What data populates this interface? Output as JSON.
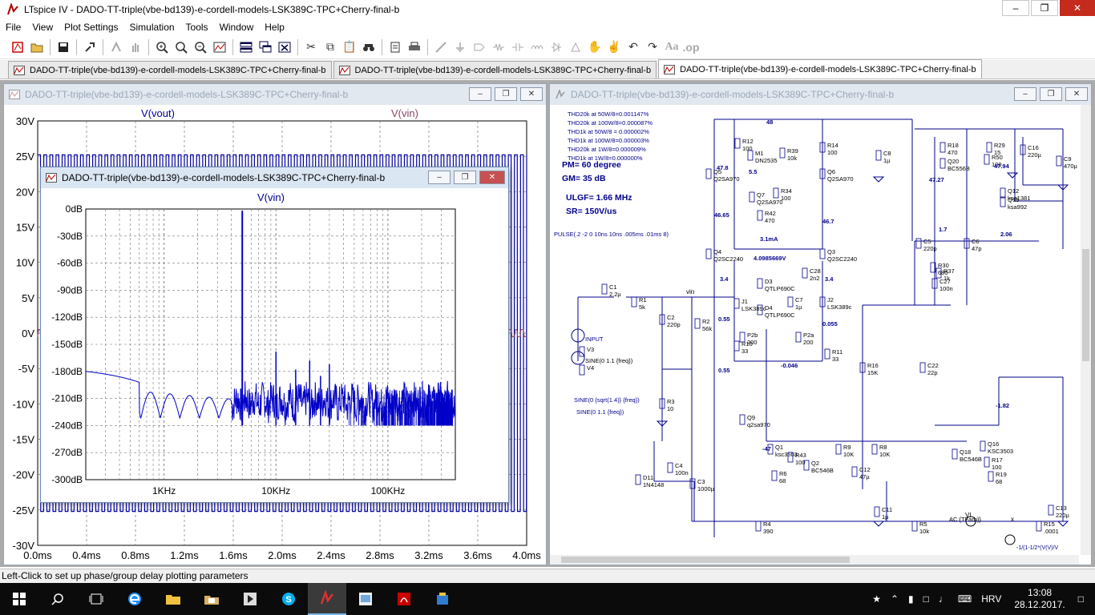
{
  "app": {
    "title": "LTspice IV - DADO-TT-triple(vbe-bd139)-e-cordell-models-LSK389C-TPC+Cherry-final-b"
  },
  "menu": [
    "File",
    "View",
    "Plot Settings",
    "Simulation",
    "Tools",
    "Window",
    "Help"
  ],
  "toolbar_icons": [
    "new-schematic-icon",
    "open-icon",
    "save-icon",
    "control-panel-icon",
    "run-icon",
    "pan-icon",
    "zoom-in-icon",
    "zoom-full-icon",
    "zoom-out-icon",
    "autorange-icon",
    "tile-icon",
    "cascade-icon",
    "close-windows-icon",
    "cut-icon",
    "copy-icon",
    "paste-icon",
    "find-icon",
    "print-setup-icon",
    "print-icon",
    "wire-icon",
    "ground-icon",
    "label-icon",
    "resistor-icon",
    "capacitor-icon",
    "inductor-icon",
    "diode-icon",
    "component-icon",
    "move-icon",
    "drag-icon",
    "undo-icon",
    "redo-icon",
    "text-icon",
    "spice-directive-icon"
  ],
  "tabs": [
    {
      "label": "DADO-TT-triple(vbe-bd139)-e-cordell-models-LSK389C-TPC+Cherry-final-b",
      "kind": "waveform"
    },
    {
      "label": "DADO-TT-triple(vbe-bd139)-e-cordell-models-LSK389C-TPC+Cherry-final-b",
      "kind": "waveform"
    },
    {
      "label": "DADO-TT-triple(vbe-bd139)-e-cordell-models-LSK389C-TPC+Cherry-final-b",
      "kind": "waveform"
    }
  ],
  "windows": {
    "transient": {
      "title": "DADO-TT-triple(vbe-bd139)-e-cordell-models-LSK389C-TPC+Cherry-final-b",
      "trace_labels": [
        "V(vout)",
        "V(vin)"
      ],
      "trace_colors": [
        "#0000a0",
        "#884466"
      ]
    },
    "fft": {
      "title": "DADO-TT-triple(vbe-bd139)-e-cordell-models-LSK389C-TPC+Cherry-final-b",
      "trace_label": "V(vin)"
    },
    "schematic": {
      "title": "DADO-TT-triple(vbe-bd139)-e-cordell-models-LSK389C-TPC+Cherry-final-b",
      "notes": [
        "THD20k at 50W/8=0.001147%",
        "THD20k at 100W/8=0.000087%",
        "THD1k at 50W/8 = 0.000002%",
        "THD1k at 100W/8=0.000003%",
        "THD20k at 1W/8=0.000009%",
        "THD1k at 1W/8=0.000000%"
      ],
      "specs": [
        "PM= 60 degree",
        "GM= 35 dB",
        "ULGF= 1.66 MHz",
        "SR= 150V/us"
      ],
      "pulse_directive": "PULSE(.2 -2 0 10ns 10ns .005ms .01ms 8)",
      "sine_directive_1": "SINE(0 {sqrt(1.4)} {freq})",
      "sine_directive_2": "SINE(0 1.1 {freq})",
      "v4_label": "SINE(0 1.1 {freq})",
      "input_label": "INPUT",
      "ac_label": "AC {TFarb}}",
      "bottom_text": "-1/(1-1/2*(V(V)/V",
      "components": [
        {
          "ref": "R12",
          "val": "100"
        },
        {
          "ref": "M1",
          "val": "DN2535"
        },
        {
          "ref": "R39",
          "val": "10k"
        },
        {
          "ref": "R14",
          "val": "100"
        },
        {
          "ref": "C8",
          "val": "1µ"
        },
        {
          "ref": "R18",
          "val": "470"
        },
        {
          "ref": "Q20",
          "val": "BC556B"
        },
        {
          "ref": "R29",
          "val": "15"
        },
        {
          "ref": "R50",
          "val": "100"
        },
        {
          "ref": "C16",
          "val": "220µ"
        },
        {
          "ref": "C9",
          "val": "470µ"
        },
        {
          "ref": "Q5",
          "val": "Q2SA970"
        },
        {
          "ref": "Q6",
          "val": "Q2SA970"
        },
        {
          "ref": "R34",
          "val": "100"
        },
        {
          "ref": "Q7",
          "val": "Q2SA970"
        },
        {
          "ref": "R42",
          "val": "470"
        },
        {
          "ref": "Q12",
          "val": "ksa1381"
        },
        {
          "ref": "Q15",
          "val": "ksa992"
        },
        {
          "ref": "C5",
          "val": "220p"
        },
        {
          "ref": "C6",
          "val": "47p"
        },
        {
          "ref": "Q4",
          "val": "Q2SC2240"
        },
        {
          "ref": "Q3",
          "val": "Q2SC2240"
        },
        {
          "ref": "C28",
          "val": "2n2"
        },
        {
          "ref": "R30",
          "val": "680"
        },
        {
          "ref": "R37",
          "val": "1k"
        },
        {
          "ref": "C27",
          "val": "100n"
        },
        {
          "ref": "C1",
          "val": "2.2µ"
        },
        {
          "ref": "R1",
          "val": "5k"
        },
        {
          "ref": "J1",
          "val": "LSK389c"
        },
        {
          "ref": "D3",
          "val": "QTLP690C"
        },
        {
          "ref": "C7",
          "val": "1µ"
        },
        {
          "ref": "J2",
          "val": "LSK389c"
        },
        {
          "ref": "D4",
          "val": "QTLP690C"
        },
        {
          "ref": "C2",
          "val": "220p"
        },
        {
          "ref": "R2",
          "val": "56k"
        },
        {
          "ref": "P2b",
          "val": "200"
        },
        {
          "ref": "P2a",
          "val": "200"
        },
        {
          "ref": "R10",
          "val": "33"
        },
        {
          "ref": "R11",
          "val": "33"
        },
        {
          "ref": "R16",
          "val": "15K"
        },
        {
          "ref": "C22",
          "val": "22p"
        },
        {
          "ref": "R3",
          "val": "10"
        },
        {
          "ref": "Q9",
          "val": "q2sa970"
        },
        {
          "ref": "Q1",
          "val": "ksc3503"
        },
        {
          "ref": "R43",
          "val": "100"
        },
        {
          "ref": "Q2",
          "val": "BC546B"
        },
        {
          "ref": "R9",
          "val": "10K"
        },
        {
          "ref": "R8",
          "val": "10K"
        },
        {
          "ref": "R6",
          "val": "68"
        },
        {
          "ref": "C12",
          "val": "47µ"
        },
        {
          "ref": "Q18",
          "val": "BC546B"
        },
        {
          "ref": "R17",
          "val": "100"
        },
        {
          "ref": "Q16",
          "val": "KSC3503"
        },
        {
          "ref": "R19",
          "val": "68"
        },
        {
          "ref": "D11",
          "val": "1N4148"
        },
        {
          "ref": "C4",
          "val": "100n"
        },
        {
          "ref": "C3",
          "val": "1000µ"
        },
        {
          "ref": "C11",
          "val": "1µ"
        },
        {
          "ref": "C13",
          "val": "220µ"
        },
        {
          "ref": "R4",
          "val": "390"
        },
        {
          "ref": "R5",
          "val": "10k"
        },
        {
          "ref": "R15",
          "val": ".0001"
        },
        {
          "ref": "V3",
          "val": ""
        },
        {
          "ref": "V4",
          "val": ""
        }
      ],
      "node_voltages": [
        "48",
        "47.8",
        "5.5",
        "47.27",
        "1.7",
        "2.06",
        "47.94",
        "46.65",
        "46.7",
        "3.1mA",
        "4.0985669V",
        "3.4",
        "3.4",
        "0.55",
        "0.055",
        "0.55",
        "-0.046",
        "-47",
        "-1.82"
      ],
      "net_labels": [
        "vin",
        "VI",
        "x"
      ]
    }
  },
  "chart_data": [
    {
      "type": "line",
      "title": "",
      "series": [
        {
          "name": "V(vout)",
          "description": "dense square-ish pulses",
          "amplitude_high": 25.2,
          "amplitude_low": -25.2,
          "pulses": 80
        },
        {
          "name": "V(vin)",
          "values_note": "small amplitude near 0V",
          "amplitude_high": 0.5,
          "amplitude_low": -0.5
        }
      ],
      "x": {
        "ticks": [
          "0.0ms",
          "0.4ms",
          "0.8ms",
          "1.2ms",
          "1.6ms",
          "2.0ms",
          "2.4ms",
          "2.8ms",
          "3.2ms",
          "3.6ms",
          "4.0ms"
        ],
        "range": [
          0,
          4.0
        ],
        "unit": "ms"
      },
      "y": {
        "ticks": [
          "30V",
          "25V",
          "20V",
          "15V",
          "10V",
          "5V",
          "0V",
          "-5V",
          "-10V",
          "-15V",
          "-20V",
          "-25V",
          "-30V"
        ],
        "range": [
          -30,
          30
        ],
        "unit": "V"
      },
      "grid": true
    },
    {
      "type": "line",
      "title": "",
      "series": [
        {
          "name": "V(vin)",
          "fundamental_freq_khz": 5.0,
          "fundamental_db": -2,
          "noise_floor_db": -240,
          "harmonics": [
            {
              "f_khz": 10,
              "db": -158
            },
            {
              "f_khz": 15,
              "db": -178
            },
            {
              "f_khz": 20,
              "db": -168
            },
            {
              "f_khz": 25,
              "db": -185
            },
            {
              "f_khz": 30,
              "db": -172
            }
          ]
        }
      ],
      "x": {
        "ticks": [
          "1KHz",
          "10KHz",
          "100KHz"
        ],
        "scale": "log",
        "range_hz": [
          200,
          400000
        ]
      },
      "y": {
        "ticks": [
          "0dB",
          "-30dB",
          "-60dB",
          "-90dB",
          "-120dB",
          "-150dB",
          "-180dB",
          "-210dB",
          "-240dB",
          "-270dB",
          "-300dB"
        ],
        "range": [
          -300,
          0
        ],
        "unit": "dB"
      },
      "grid": true
    }
  ],
  "status": {
    "text": "Left-Click to set up phase/group delay plotting parameters"
  },
  "taskbar": {
    "icons": [
      "windows-start-icon",
      "search-icon",
      "task-view-icon",
      "edge-icon",
      "file-explorer-icon",
      "photos-icon",
      "media-icon",
      "skype-icon",
      "ltspice-icon",
      "paint-icon",
      "acrobat-icon",
      "app-icon"
    ],
    "language": "HRV",
    "time": "13:08",
    "date": "28.12.2017."
  }
}
